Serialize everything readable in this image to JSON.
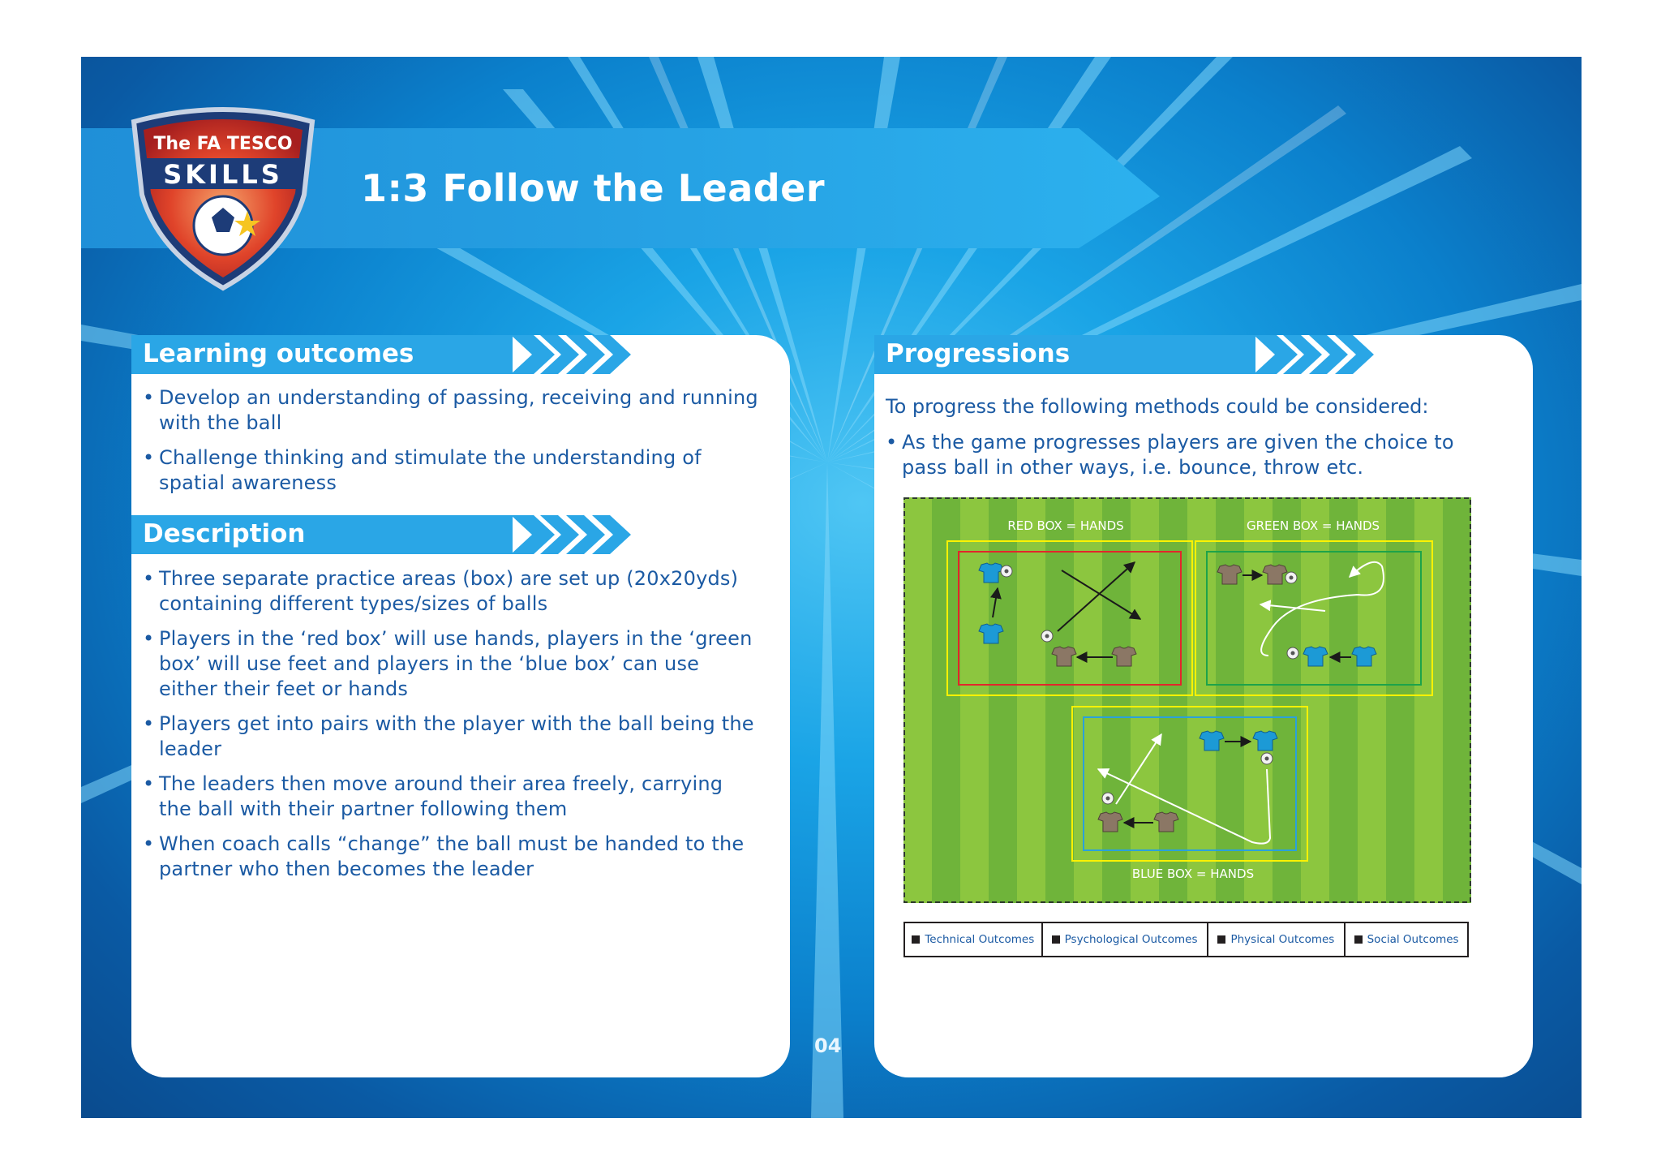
{
  "header": {
    "logo": {
      "text_top": "The FA TESCO",
      "text_main": "SKILLS"
    },
    "title": "1:3 Follow the Leader"
  },
  "learning_outcomes": {
    "title": "Learning outcomes",
    "items": [
      "Develop an understanding of passing, receiving and running with the ball",
      "Challenge thinking and stimulate the understanding of spatial awareness"
    ]
  },
  "description": {
    "title": "Description",
    "items": [
      "Three separate practice areas (box) are set up (20x20yds) containing different types/sizes of balls",
      "Players in the ‘red box’ will use hands, players in the ‘green box’ will use feet and players in the ‘blue box’ can use either their feet or hands",
      "Players get into pairs with the player with the ball being the leader",
      "The leaders then move around their area freely, carrying the ball with their partner following them",
      "When coach calls “change” the ball must be handed to the partner who then becomes the leader"
    ]
  },
  "progressions": {
    "title": "Progressions",
    "intro": "To progress the following methods could be considered:",
    "items": [
      "As the game progresses players are given the choice to pass ball in other ways, i.e. bounce, throw etc."
    ]
  },
  "diagram": {
    "red_label": "RED BOX = HANDS",
    "green_label": "GREEN BOX = HANDS",
    "blue_label": "BLUE BOX = HANDS",
    "colors": {
      "pitch_light": "#8cc63f",
      "pitch_dark": "#6fb43a",
      "red_box": "#e2262b",
      "green_box": "#1da34a",
      "blue_box": "#2aa1db",
      "yellow_box": "#fff200",
      "blue_shirt": "#1c9ad6",
      "brown_shirt": "#8b7765"
    }
  },
  "legend": [
    "Technical Outcomes",
    "Psychological Outcomes",
    "Physical Outcomes",
    "Social Outcomes"
  ],
  "page_number": "04",
  "colors": {
    "background_blue": "#0b80cc",
    "text_blue": "#1b5aa3",
    "banner_blue": "#29a8e6"
  }
}
